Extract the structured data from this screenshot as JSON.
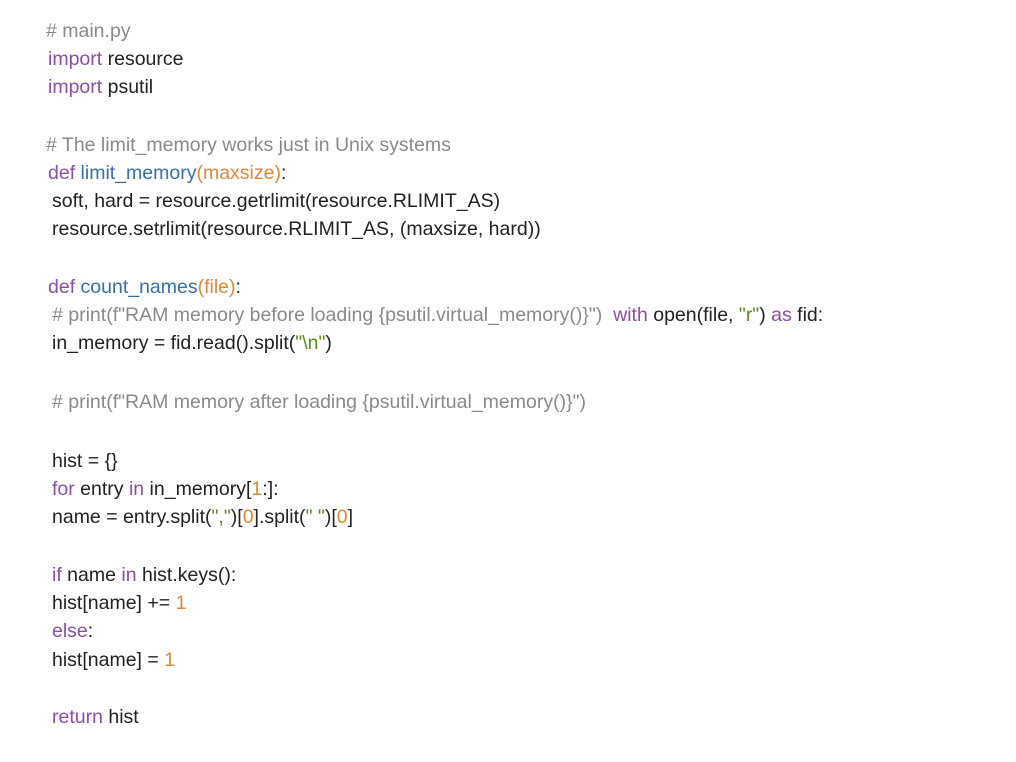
{
  "file": {
    "lines": [
      {
        "tokens": [
          {
            "type": "comment",
            "text": "# main.py"
          }
        ]
      },
      {
        "tokens": [
          {
            "type": "keyword",
            "text": "import"
          },
          {
            "type": "text",
            "text": " resource"
          }
        ]
      },
      {
        "tokens": [
          {
            "type": "keyword",
            "text": "import"
          },
          {
            "type": "text",
            "text": " psutil"
          }
        ]
      },
      {
        "tokens": [
          {
            "type": "comment",
            "text": "# The limit_memory works just in Unix systems"
          }
        ]
      },
      {
        "tokens": [
          {
            "type": "keyword",
            "text": "def"
          },
          {
            "type": "text",
            "text": " "
          },
          {
            "type": "func",
            "text": "limit_memory"
          },
          {
            "type": "param",
            "text": "(maxsize)"
          },
          {
            "type": "punct",
            "text": ":"
          }
        ]
      },
      {
        "tokens": [
          {
            "type": "text",
            "text": "soft, hard = resource.getrlimit(resource.RLIMIT_AS)"
          }
        ]
      },
      {
        "tokens": [
          {
            "type": "text",
            "text": "resource.setrlimit(resource.RLIMIT_AS, (maxsize, hard))"
          }
        ]
      },
      {
        "tokens": [
          {
            "type": "keyword",
            "text": "def"
          },
          {
            "type": "text",
            "text": " "
          },
          {
            "type": "func",
            "text": "count_names"
          },
          {
            "type": "param",
            "text": "(file)"
          },
          {
            "type": "punct",
            "text": ":"
          }
        ]
      },
      {
        "tokens": [
          {
            "type": "comment",
            "text": "# print(f\"RAM memory before loading {psutil.virtual_memory()}\")"
          },
          {
            "type": "text",
            "text": "  "
          },
          {
            "type": "keyword",
            "text": "with"
          },
          {
            "type": "text",
            "text": " open(file, "
          },
          {
            "type": "string",
            "text": "\"r\""
          },
          {
            "type": "text",
            "text": ") "
          },
          {
            "type": "keyword",
            "text": "as"
          },
          {
            "type": "text",
            "text": " fid:"
          }
        ]
      },
      {
        "tokens": [
          {
            "type": "text",
            "text": "in_memory = fid.read().split("
          },
          {
            "type": "string",
            "text": "\"\\n\""
          },
          {
            "type": "text",
            "text": ")"
          }
        ]
      },
      {
        "tokens": [
          {
            "type": "comment",
            "text": "# print(f\"RAM memory after loading {psutil.virtual_memory()}\")"
          }
        ]
      },
      {
        "tokens": [
          {
            "type": "text",
            "text": "hist = {}"
          }
        ]
      },
      {
        "tokens": [
          {
            "type": "keyword",
            "text": "for"
          },
          {
            "type": "text",
            "text": " entry "
          },
          {
            "type": "keyword",
            "text": "in"
          },
          {
            "type": "text",
            "text": " in_memory["
          },
          {
            "type": "number",
            "text": "1"
          },
          {
            "type": "text",
            "text": ":]:"
          }
        ]
      },
      {
        "tokens": [
          {
            "type": "text",
            "text": "name = entry.split("
          },
          {
            "type": "string",
            "text": "\",\""
          },
          {
            "type": "text",
            "text": ")["
          },
          {
            "type": "number",
            "text": "0"
          },
          {
            "type": "text",
            "text": "].split("
          },
          {
            "type": "string",
            "text": "\" \""
          },
          {
            "type": "text",
            "text": ")["
          },
          {
            "type": "number",
            "text": "0"
          },
          {
            "type": "text",
            "text": "]"
          }
        ]
      },
      {
        "tokens": [
          {
            "type": "keyword",
            "text": "if"
          },
          {
            "type": "text",
            "text": " name "
          },
          {
            "type": "keyword",
            "text": "in"
          },
          {
            "type": "text",
            "text": " hist.keys():"
          }
        ]
      },
      {
        "tokens": [
          {
            "type": "text",
            "text": "hist[name] += "
          },
          {
            "type": "number",
            "text": "1"
          }
        ]
      },
      {
        "tokens": [
          {
            "type": "keyword",
            "text": "else"
          },
          {
            "type": "punct",
            "text": ":"
          }
        ]
      },
      {
        "tokens": [
          {
            "type": "text",
            "text": "hist[name] = "
          },
          {
            "type": "number",
            "text": "1"
          }
        ]
      },
      {
        "tokens": [
          {
            "type": "keyword",
            "text": "return"
          },
          {
            "type": "text",
            "text": " hist"
          }
        ]
      }
    ]
  },
  "colors": {
    "comment": "#8a8a8a",
    "keyword": "#8a4fa8",
    "function": "#3a6ea8",
    "parameter": "#e0883a",
    "number": "#e0883a",
    "string": "#5c8a1f",
    "text": "#222222",
    "background": "#ffffff"
  }
}
